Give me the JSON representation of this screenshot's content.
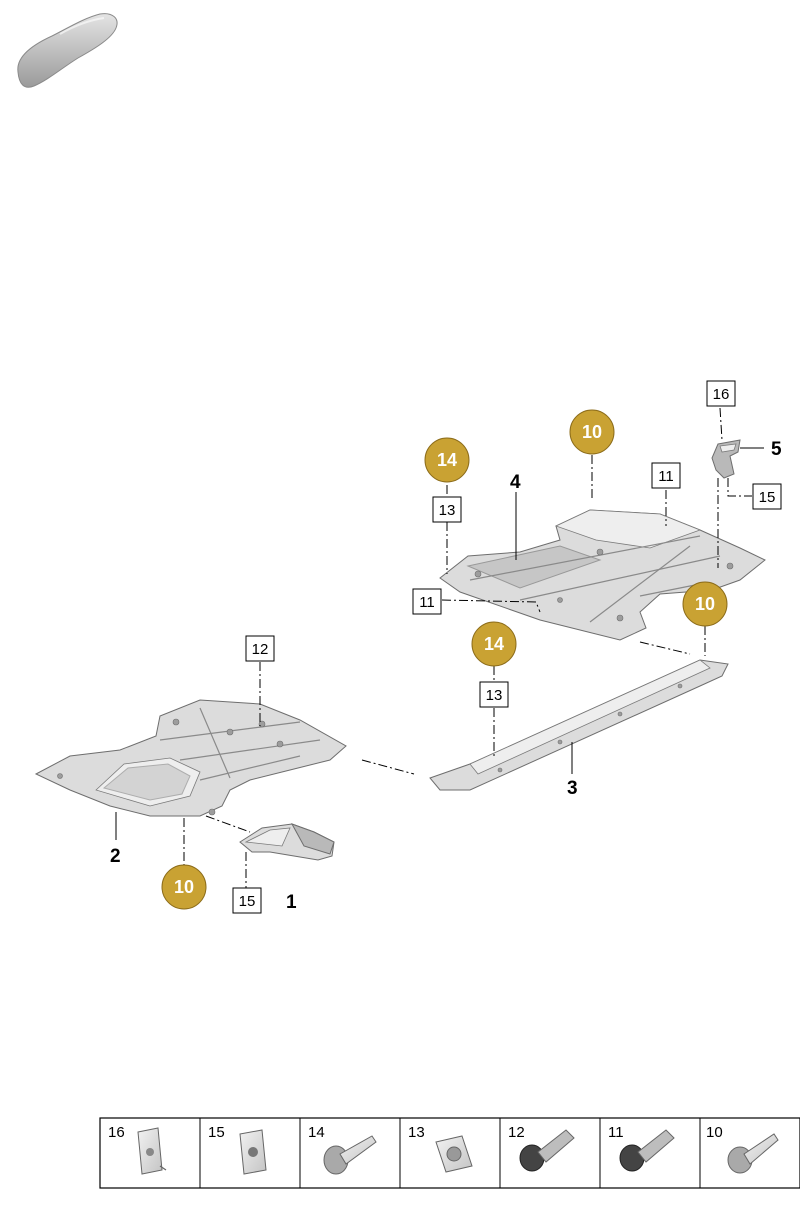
{
  "diagram": {
    "part_labels": {
      "p1": "1",
      "p2": "2",
      "p3": "3",
      "p4": "4",
      "p5": "5"
    },
    "boxed_callouts": {
      "b16": "16",
      "b15_top": "15",
      "b11_top": "11",
      "b13_top": "13",
      "b11_left": "11",
      "b13_mid": "13",
      "b12": "12",
      "b15_bottom": "15"
    },
    "circle_callouts": {
      "c10_top": "10",
      "c14_top": "14",
      "c10_right": "10",
      "c14_mid": "14",
      "c10_bottom": "10"
    },
    "circle_color": "#c9a233",
    "icon": "car-silhouette-icon"
  },
  "legend": {
    "items": [
      {
        "number": "16",
        "icon": "clip-nut-icon"
      },
      {
        "number": "15",
        "icon": "clip-nut-icon"
      },
      {
        "number": "14",
        "icon": "screw-icon"
      },
      {
        "number": "13",
        "icon": "cage-nut-icon"
      },
      {
        "number": "12",
        "icon": "expansion-rivet-icon"
      },
      {
        "number": "11",
        "icon": "expansion-rivet-icon"
      },
      {
        "number": "10",
        "icon": "screw-icon"
      }
    ]
  }
}
